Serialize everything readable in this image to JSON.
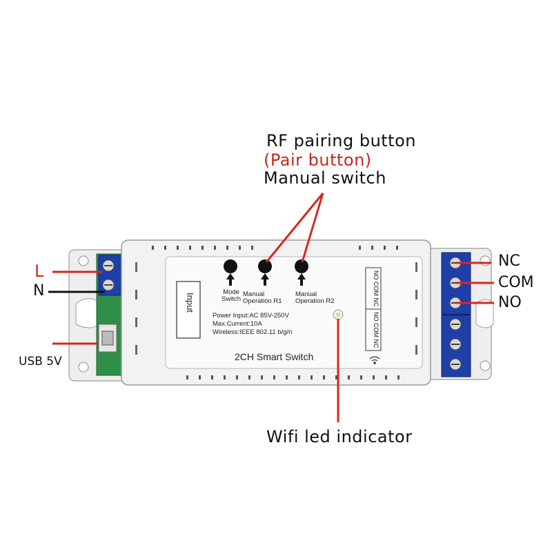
{
  "callouts": {
    "rf_pairing": "RF pairing button",
    "pair_button": "(Pair button)",
    "manual_switch": "Manual switch",
    "wifi_led": "Wifi led indicator",
    "usb": "USB 5V",
    "L": "L",
    "N": "N",
    "NC": "NC",
    "COM": "COM",
    "NO": "NO"
  },
  "device": {
    "input_label": "Input",
    "buttons": [
      {
        "line1": "Mode",
        "line2": "Switch"
      },
      {
        "line1": "Manual",
        "line2": "Operation R1"
      },
      {
        "line1": "Manual",
        "line2": "Operation R2"
      }
    ],
    "specs": [
      "Power Input:AC 85V-250V",
      "Max.Current:10A",
      "Wireless:IEEE  802.11 b/g/n"
    ],
    "product_name": "2CH Smart Switch",
    "terminal_top": "NO COM NC",
    "terminal_bottom": "NO COM NC"
  },
  "colors": {
    "accent_red": "#c8261d",
    "case_white": "#f2f2f2",
    "terminal_blue": "#1f3fa8",
    "pcb_green": "#2f8f4a"
  }
}
